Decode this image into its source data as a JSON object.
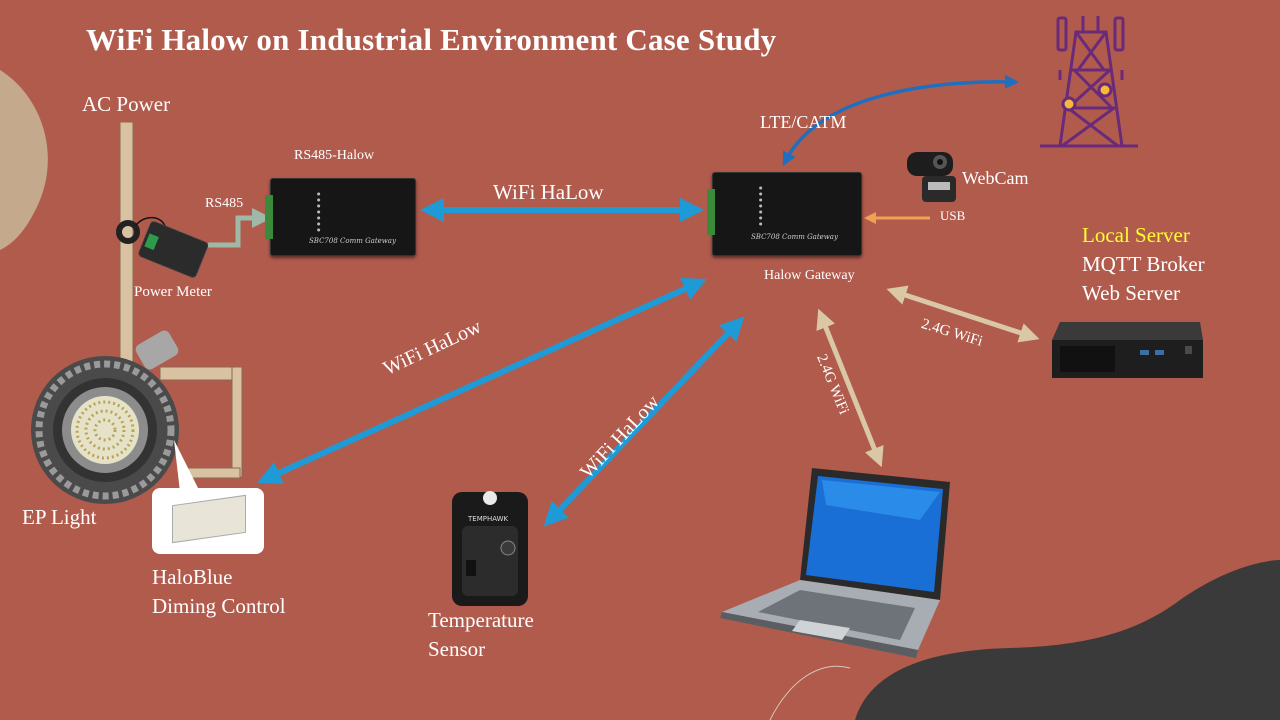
{
  "title": "WiFi Halow on Industrial Environment Case Study",
  "labels": {
    "ac_power": "AC Power",
    "rs485_halow": "RS485-Halow",
    "rs485": "RS485",
    "power_meter": "Power Meter",
    "lte_catm": "LTE/CATM",
    "webcam": "WebCam",
    "usb": "USB",
    "halow_gateway": "Halow Gateway",
    "local_server": "Local Server",
    "mqtt_broker": "MQTT Broker",
    "web_server": "Web Server",
    "ep_light": "EP Light",
    "haloblue_line1": "HaloBlue",
    "haloblue_line2": "Diming Control",
    "temp_line1": "Temperature",
    "temp_line2": "Sensor",
    "temphawk": "TEMPHAWK",
    "gateway_text": "SBC708 Comm Gateway"
  },
  "links": {
    "wifi_halow_top": "WiFi HaLow",
    "wifi_halow_left": "WiFi HaLow",
    "wifi_halow_mid": "WiFi HaLow",
    "wifi_24g_right": "2.4G WiFi",
    "wifi_24g_laptop": "2.4G WiFi"
  },
  "colors": {
    "background": "#b15b4d",
    "halow_arrow": "#1e9ad6",
    "wifi_arrow": "#d9c7a5",
    "lte_arrow": "#1e6fc0",
    "usb_arrow": "#f0a050",
    "rs485_arrow": "#9fb8a8",
    "local_server_text": "#ffff33",
    "tower": "#6a2a7a"
  }
}
